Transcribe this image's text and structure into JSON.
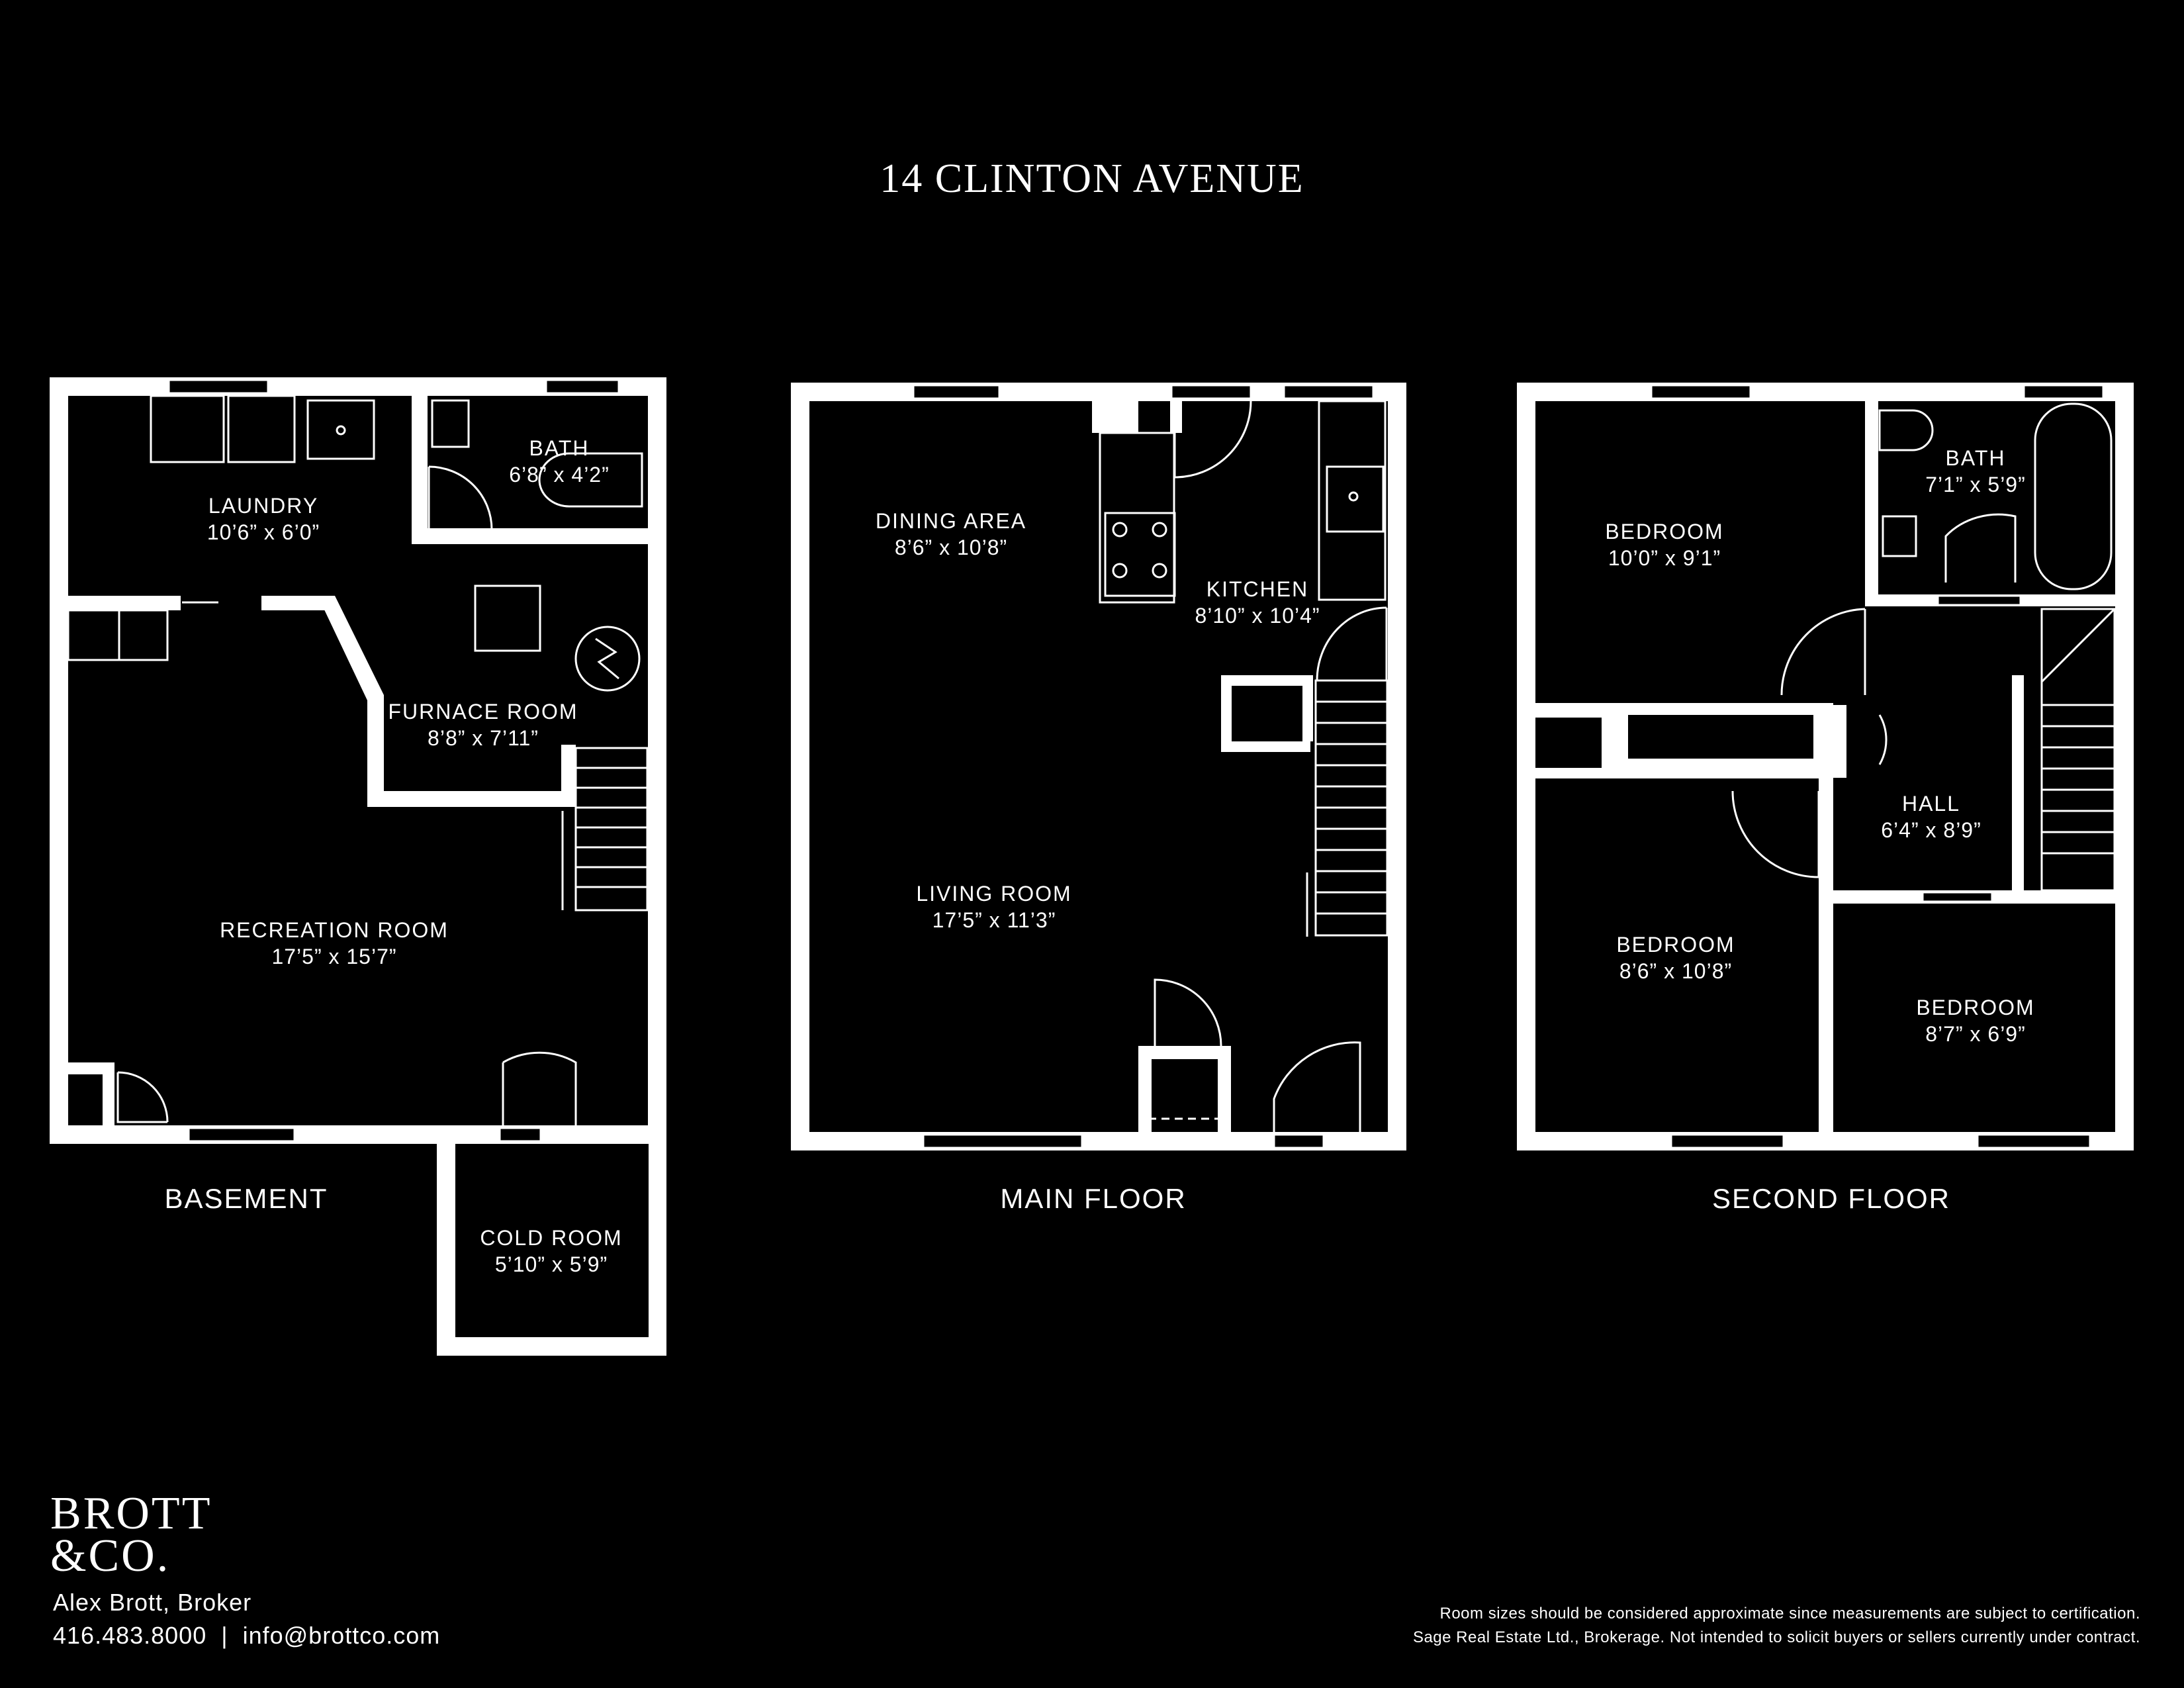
{
  "title": "14 CLINTON AVENUE",
  "floors": {
    "basement": {
      "label": "BASEMENT",
      "rooms": [
        {
          "name": "LAUNDRY",
          "dims": "10’6” x 6’0”"
        },
        {
          "name": "BATH",
          "dims": "6’8” x 4’2”"
        },
        {
          "name": "FURNACE ROOM",
          "dims": "8’8” x 7’11”"
        },
        {
          "name": "RECREATION ROOM",
          "dims": "17’5” x 15’7”"
        },
        {
          "name": "COLD ROOM",
          "dims": "5’10” x 5’9”"
        }
      ]
    },
    "main": {
      "label": "MAIN FLOOR",
      "rooms": [
        {
          "name": "DINING AREA",
          "dims": "8’6” x 10’8”"
        },
        {
          "name": "KITCHEN",
          "dims": "8’10” x 10’4”"
        },
        {
          "name": "LIVING ROOM",
          "dims": "17’5” x 11’3”"
        }
      ]
    },
    "second": {
      "label": "SECOND FLOOR",
      "rooms": [
        {
          "name": "BEDROOM",
          "dims": "10’0” x 9’1”"
        },
        {
          "name": "BATH",
          "dims": "7’1” x 5’9”"
        },
        {
          "name": "HALL",
          "dims": "6’4” x 8’9”"
        },
        {
          "name": "BEDROOM",
          "dims": "8’6” x 10’8”"
        },
        {
          "name": "BEDROOM",
          "dims": "8’7” x 6’9”"
        }
      ]
    }
  },
  "branding": {
    "logo_line1": "BROTT",
    "logo_line2": "&CO.",
    "broker": "Alex Brott, Broker",
    "phone_email": "416.483.8000  |  info@brottco.com"
  },
  "disclaimer": {
    "line1": "Room sizes should be considered approximate since measurements are subject to certification.",
    "line2": "Sage Real Estate Ltd., Brokerage. Not intended to solicit buyers or sellers currently under contract."
  }
}
